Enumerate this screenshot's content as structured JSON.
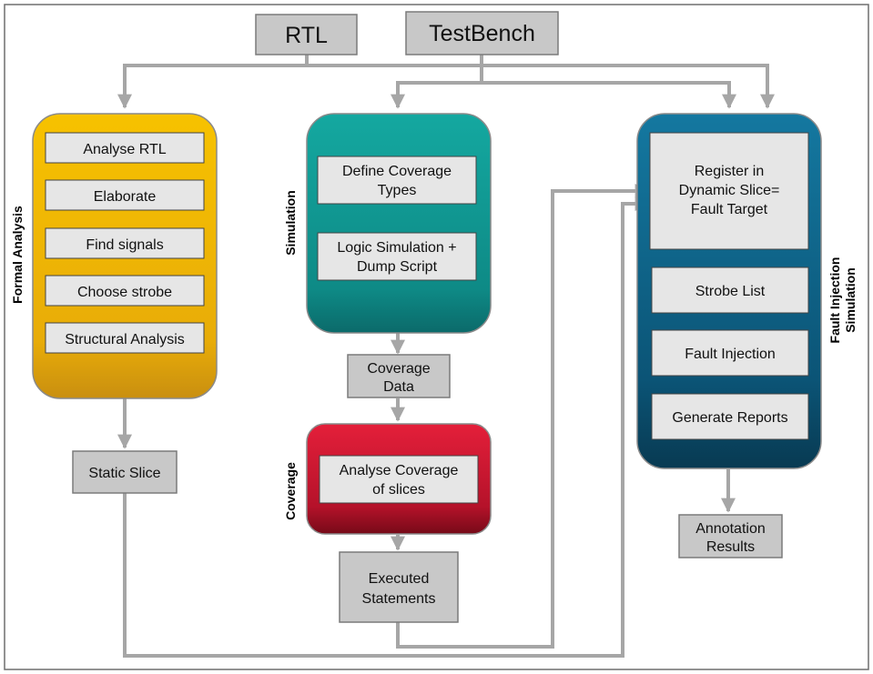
{
  "inputs": {
    "rtl": "RTL",
    "testbench": "TestBench"
  },
  "lanes": {
    "formal": {
      "label": "Formal Analysis",
      "steps": [
        "Analyse RTL",
        "Elaborate",
        "Find signals",
        "Choose strobe",
        "Structural Analysis"
      ]
    },
    "simulation": {
      "label": "Simulation",
      "steps": [
        [
          "Define Coverage",
          "Types"
        ],
        [
          "Logic Simulation +",
          "Dump Script"
        ]
      ]
    },
    "coverage": {
      "label": "Coverage",
      "steps": [
        [
          "Analyse Coverage",
          "of slices"
        ]
      ]
    },
    "fault": {
      "label_lines": [
        "Fault Injection",
        "Simulation"
      ],
      "target": [
        "Register in",
        "Dynamic Slice=",
        "Fault Target"
      ],
      "steps": [
        "Strobe List",
        "Fault Injection",
        "Generate Reports"
      ]
    }
  },
  "outputs": {
    "static_slice": "Static Slice",
    "coverage_data": [
      "Coverage",
      "Data"
    ],
    "executed": [
      "Executed",
      "Statements"
    ],
    "annotation": [
      "Annotation",
      "Results"
    ]
  },
  "colors": {
    "formal": "#f2b800",
    "simulation": "#12a09a",
    "coverage": "#e0203a",
    "fault": "#0d6d92",
    "box_fill": "#c8c8c8",
    "arrow": "#a6a6a6"
  }
}
